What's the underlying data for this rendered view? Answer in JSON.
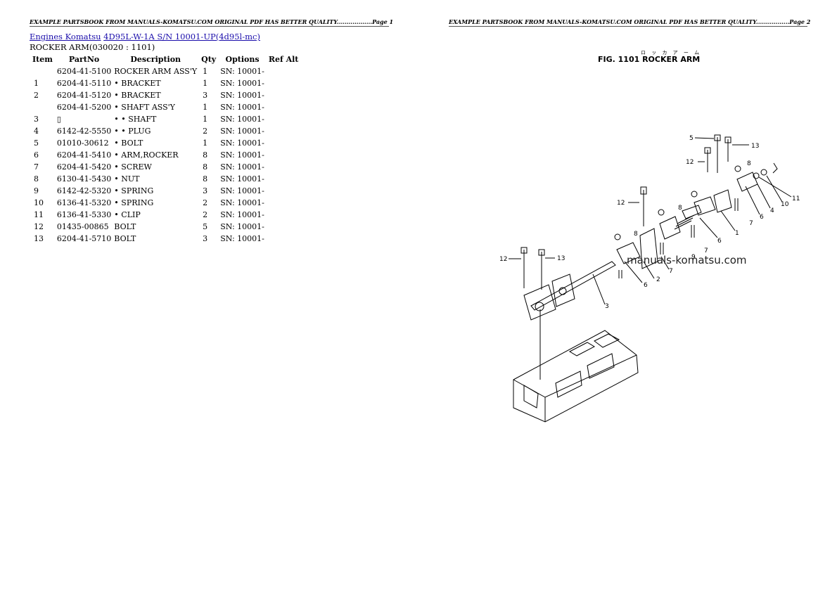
{
  "left_page": {
    "header": "EXAMPLE PARTSBOOK FROM MANUALS-KOMATSU.COM ORIGINAL PDF HAS BETTER QUALITY..................Page 1",
    "breadcrumb": {
      "engines_link": "Engines Komatsu",
      "model_link": "4D95L-W-1A S/N 10001-UP(4d95l-mc)"
    },
    "section_title": "ROCKER ARM(030020 : 1101)",
    "table": {
      "headers": [
        "Item",
        "PartNo",
        "Description",
        "Qty",
        "Options",
        "Ref Alt"
      ],
      "rows": [
        {
          "item": "",
          "part": "6204-41-5100",
          "desc": "ROCKER ARM ASS'Y",
          "qty": "1",
          "opt": "SN: 10001-"
        },
        {
          "item": "1",
          "part": "6204-41-5110",
          "desc": "• BRACKET",
          "qty": "1",
          "opt": "SN: 10001-"
        },
        {
          "item": "2",
          "part": "6204-41-5120",
          "desc": "• BRACKET",
          "qty": "3",
          "opt": "SN: 10001-"
        },
        {
          "item": "",
          "part": "6204-41-5200",
          "desc": "• SHAFT ASS'Y",
          "qty": "1",
          "opt": "SN: 10001-"
        },
        {
          "item": "3",
          "part": "▯",
          "desc": "• • SHAFT",
          "qty": "1",
          "opt": "SN: 10001-"
        },
        {
          "item": "4",
          "part": "6142-42-5550",
          "desc": "• • PLUG",
          "qty": "2",
          "opt": "SN: 10001-"
        },
        {
          "item": "5",
          "part": "01010-30612",
          "desc": "• BOLT",
          "qty": "1",
          "opt": "SN: 10001-"
        },
        {
          "item": "6",
          "part": "6204-41-5410",
          "desc": "• ARM,ROCKER",
          "qty": "8",
          "opt": "SN: 10001-"
        },
        {
          "item": "7",
          "part": "6204-41-5420",
          "desc": "• SCREW",
          "qty": "8",
          "opt": "SN: 10001-"
        },
        {
          "item": "8",
          "part": "6130-41-5430",
          "desc": "• NUT",
          "qty": "8",
          "opt": "SN: 10001-"
        },
        {
          "item": "9",
          "part": "6142-42-5320",
          "desc": "• SPRING",
          "qty": "3",
          "opt": "SN: 10001-"
        },
        {
          "item": "10",
          "part": "6136-41-5320",
          "desc": "• SPRING",
          "qty": "2",
          "opt": "SN: 10001-"
        },
        {
          "item": "11",
          "part": "6136-41-5330",
          "desc": "• CLIP",
          "qty": "2",
          "opt": "SN: 10001-"
        },
        {
          "item": "12",
          "part": "01435-00865",
          "desc": "BOLT",
          "qty": "5",
          "opt": "SN: 10001-"
        },
        {
          "item": "13",
          "part": "6204-41-5710",
          "desc": "BOLT",
          "qty": "3",
          "opt": "SN: 10001-"
        }
      ]
    }
  },
  "right_page": {
    "header": "EXAMPLE PARTSBOOK FROM MANUALS-KOMATSU.COM ORIGINAL PDF HAS BETTER QUALITY.................Page 2",
    "figure": {
      "caption": "FIG. 1101   ROCKER ARM",
      "kana": "ロ ッ カ ア ー ム",
      "watermark": "manuals-komatsu.com",
      "callouts": [
        "5",
        "13",
        "12",
        "8",
        "11",
        "10",
        "4",
        "6",
        "1",
        "7",
        "12",
        "8",
        "9",
        "6",
        "7",
        "8",
        "2",
        "7",
        "6",
        "12",
        "13",
        "3"
      ]
    }
  }
}
